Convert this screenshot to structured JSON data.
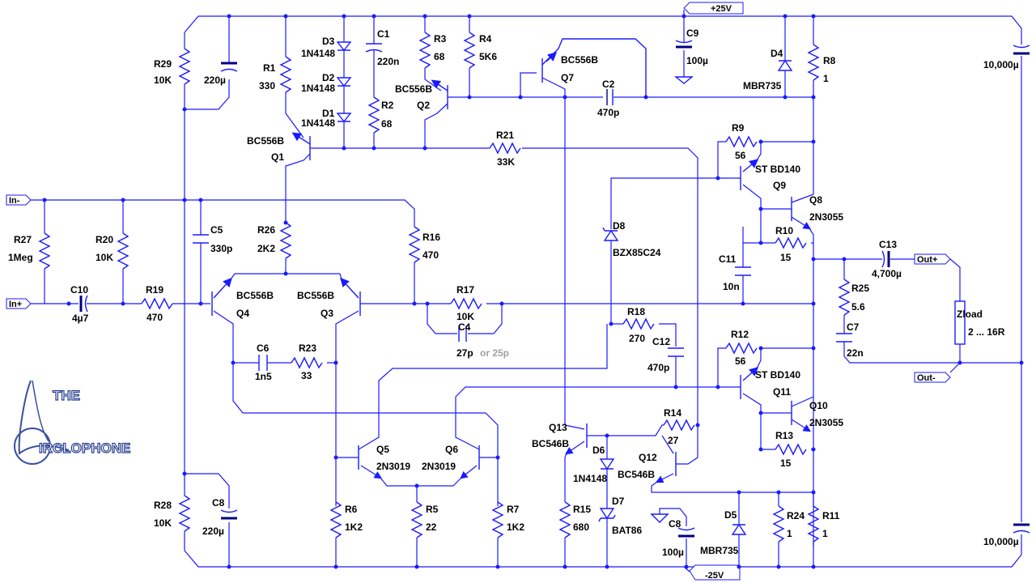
{
  "rails": {
    "pos": "+25V",
    "neg": "-25V"
  },
  "ports": {
    "in_minus": "In-",
    "in_plus": "In+",
    "out_plus": "Out+",
    "out_minus": "Out-"
  },
  "load": {
    "name": "Zload",
    "value": "2 ... 16R"
  },
  "logo": {
    "line1": "THE",
    "line2": "IRCLOPHONE"
  },
  "resistors": {
    "R1": {
      "name": "R1",
      "value": "330"
    },
    "R2": {
      "name": "R2",
      "value": "68"
    },
    "R3": {
      "name": "R3",
      "value": "68"
    },
    "R4": {
      "name": "R4",
      "value": "5K6"
    },
    "R5": {
      "name": "R5",
      "value": "22"
    },
    "R6": {
      "name": "R6",
      "value": "1K2"
    },
    "R7": {
      "name": "R7",
      "value": "1K2"
    },
    "R8": {
      "name": "R8",
      "value": "1"
    },
    "R9": {
      "name": "R9",
      "value": "56"
    },
    "R10": {
      "name": "R10",
      "value": "15"
    },
    "R11": {
      "name": "R11",
      "value": "1"
    },
    "R12": {
      "name": "R12",
      "value": "56"
    },
    "R13": {
      "name": "R13",
      "value": "15"
    },
    "R14": {
      "name": "R14",
      "value": "27"
    },
    "R15": {
      "name": "R15",
      "value": "680"
    },
    "R16": {
      "name": "R16",
      "value": "470"
    },
    "R17": {
      "name": "R17",
      "value": "10K"
    },
    "R18": {
      "name": "R18",
      "value": "270"
    },
    "R19": {
      "name": "R19",
      "value": "470"
    },
    "R20": {
      "name": "R20",
      "value": "10K"
    },
    "R21": {
      "name": "R21",
      "value": "33K"
    },
    "R23": {
      "name": "R23",
      "value": "33"
    },
    "R24": {
      "name": "R24",
      "value": "1"
    },
    "R25": {
      "name": "R25",
      "value": "5.6"
    },
    "R26": {
      "name": "R26",
      "value": "2K2"
    },
    "R27": {
      "name": "R27",
      "value": "1Meg"
    },
    "R28": {
      "name": "R28",
      "value": "10K"
    },
    "R29": {
      "name": "R29",
      "value": "10K"
    }
  },
  "capacitors": {
    "C1": {
      "name": "C1",
      "value": "220n"
    },
    "C2": {
      "name": "C2",
      "value": "470p"
    },
    "C4": {
      "name": "C4",
      "value": "27p",
      "alt": "or 25p"
    },
    "C5": {
      "name": "C5",
      "value": "330p"
    },
    "C6": {
      "name": "C6",
      "value": "1n5"
    },
    "C7": {
      "name": "C7",
      "value": "22n"
    },
    "C8a": {
      "name": "C8",
      "value": "220µ"
    },
    "C8b": {
      "name": "C8",
      "value": "100µ"
    },
    "C9": {
      "name": "C9",
      "value": "100µ"
    },
    "C10": {
      "name": "C10",
      "value": "4µ7"
    },
    "C11": {
      "name": "C11",
      "value": "10n"
    },
    "C12": {
      "name": "C12",
      "value": "470p"
    },
    "C13": {
      "name": "C13",
      "value": "4,700µ"
    },
    "Cbulk_top": {
      "value": "10,000µ"
    },
    "Cbulk_bot": {
      "value": "10,000µ"
    },
    "C29": {
      "value": "220µ"
    }
  },
  "diodes": {
    "D1": {
      "name": "D1",
      "value": "1N4148"
    },
    "D2": {
      "name": "D2",
      "value": "1N4148"
    },
    "D3": {
      "name": "D3",
      "value": "1N4148"
    },
    "D4": {
      "name": "D4",
      "value": "MBR735"
    },
    "D5": {
      "name": "D5",
      "value": "MBR735"
    },
    "D6": {
      "name": "D6",
      "value": "1N4148"
    },
    "D7": {
      "name": "D7",
      "value": "BAT86"
    },
    "D8": {
      "name": "D8",
      "value": "BZX85C24"
    }
  },
  "transistors": {
    "Q1": {
      "name": "Q1",
      "value": "BC556B"
    },
    "Q2": {
      "name": "Q2",
      "value": "BC556B"
    },
    "Q3": {
      "name": "Q3",
      "value": "BC556B"
    },
    "Q4": {
      "name": "Q4",
      "value": "BC556B"
    },
    "Q5": {
      "name": "Q5",
      "value": "2N3019"
    },
    "Q6": {
      "name": "Q6",
      "value": "2N3019"
    },
    "Q7": {
      "name": "Q7",
      "value": "BC556B"
    },
    "Q8": {
      "name": "Q8",
      "value": "2N3055"
    },
    "Q9": {
      "name": "Q9",
      "value": "ST BD140"
    },
    "Q10": {
      "name": "Q10",
      "value": "2N3055"
    },
    "Q11": {
      "name": "Q11",
      "value": "ST BD140"
    },
    "Q12": {
      "name": "Q12",
      "value": "BC546B"
    },
    "Q13": {
      "name": "Q13",
      "value": "BC546B"
    }
  }
}
